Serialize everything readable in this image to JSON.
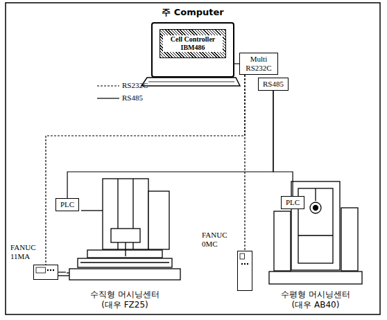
{
  "diagram": {
    "nodes": [
      {
        "text": [
          "주 Computer",
          "Cell Controller IBM486"
        ]
      },
      {
        "text": [
          "Multi RS232C"
        ]
      },
      {
        "text": [
          "RS485"
        ]
      },
      {
        "text": [
          "PLC"
        ]
      },
      {
        "text": [
          "FANUC 11MA"
        ]
      },
      {
        "text": [
          "수직형 머시닝센터 (대우 FZ25)"
        ]
      },
      {
        "text": [
          "FANUC 0MC"
        ]
      },
      {
        "text": [
          "PLC"
        ]
      },
      {
        "text": [
          "수평형 머시닝센터 (대우 AB40)"
        ]
      }
    ],
    "edges": [
      {
        "from": 0,
        "to": 1,
        "arrow": "none"
      },
      {
        "from": 1,
        "to": 4,
        "arrow": "none"
      },
      {
        "from": 1,
        "to": 6,
        "arrow": "none"
      },
      {
        "from": 2,
        "to": 3,
        "arrow": "none"
      },
      {
        "from": 2,
        "to": 7,
        "arrow": "none"
      },
      {
        "from": 4,
        "to": 5,
        "arrow": "none"
      }
    ],
    "legend": [
      {
        "text": "RS232C"
      },
      {
        "text": "RS485"
      }
    ]
  }
}
